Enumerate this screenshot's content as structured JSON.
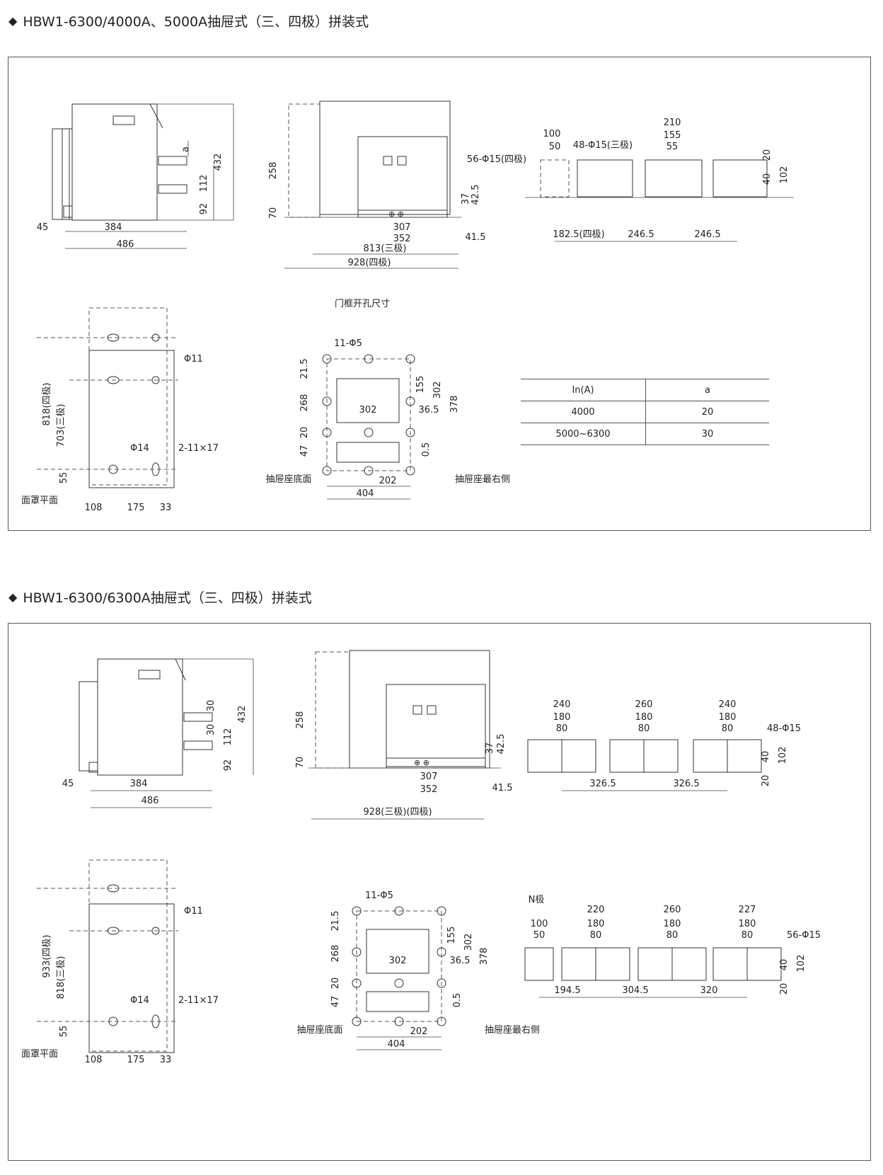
{
  "section1": {
    "title": "HBW1-6300/4000A、5000A抽屉式（三、四极）拼装式",
    "side_dims": [
      "432",
      "112",
      "92",
      "384",
      "486",
      "45",
      "a"
    ],
    "front_dims": [
      "258",
      "70",
      "37",
      "42.5",
      "41.5",
      "307",
      "352",
      "813(三极)",
      "928(四极)"
    ],
    "terminal_dims": [
      "100",
      "50",
      "210",
      "155",
      "55",
      "48-Φ15(三极)",
      "56-Φ15(四极)",
      "20",
      "40",
      "102",
      "182.5(四极)",
      "246.5",
      "246.5"
    ],
    "door_caption": "门框开孔尺寸",
    "mount_dims": [
      "818(四极)",
      "703(三极)",
      "Φ11",
      "Φ14",
      "2-11×17",
      "55",
      "108",
      "175",
      "33",
      "面罩平面"
    ],
    "hole_dims": [
      "11-Φ5",
      "21.5",
      "155",
      "302",
      "378",
      "268",
      "302",
      "36.5",
      "20",
      "47",
      "0.5",
      "202",
      "404",
      "抽屉座底面",
      "抽屉座最右侧"
    ],
    "table": {
      "headers": [
        "In(A)",
        "a"
      ],
      "rows": [
        [
          "4000",
          "20"
        ],
        [
          "5000~6300",
          "30"
        ]
      ]
    }
  },
  "section2": {
    "title": "HBW1-6300/6300A抽屉式（三、四极）拼装式",
    "side_dims": [
      "432",
      "30",
      "30",
      "112",
      "92",
      "384",
      "486",
      "45"
    ],
    "front_dims": [
      "258",
      "70",
      "37",
      "42.5",
      "41.5",
      "307",
      "352",
      "928(三极)(四极)"
    ],
    "terminal_dims": [
      "240",
      "180",
      "80",
      "260",
      "180",
      "80",
      "240",
      "180",
      "80",
      "48-Φ15",
      "40",
      "102",
      "20",
      "326.5",
      "326.5"
    ],
    "n_label": "N极",
    "n_terminal_dims": [
      "100",
      "50",
      "220",
      "180",
      "80",
      "260",
      "180",
      "80",
      "227",
      "180",
      "80",
      "56-Φ15",
      "40",
      "102",
      "20",
      "194.5",
      "304.5",
      "320"
    ],
    "mount_dims": [
      "933(四极)",
      "818(三极)",
      "Φ11",
      "Φ14",
      "2-11×17",
      "55",
      "108",
      "175",
      "33",
      "面罩平面"
    ],
    "hole_dims": [
      "11-Φ5",
      "21.5",
      "155",
      "302",
      "378",
      "268",
      "302",
      "36.5",
      "20",
      "47",
      "0.5",
      "202",
      "404",
      "抽屉座底面",
      "抽屉座最右侧"
    ]
  }
}
